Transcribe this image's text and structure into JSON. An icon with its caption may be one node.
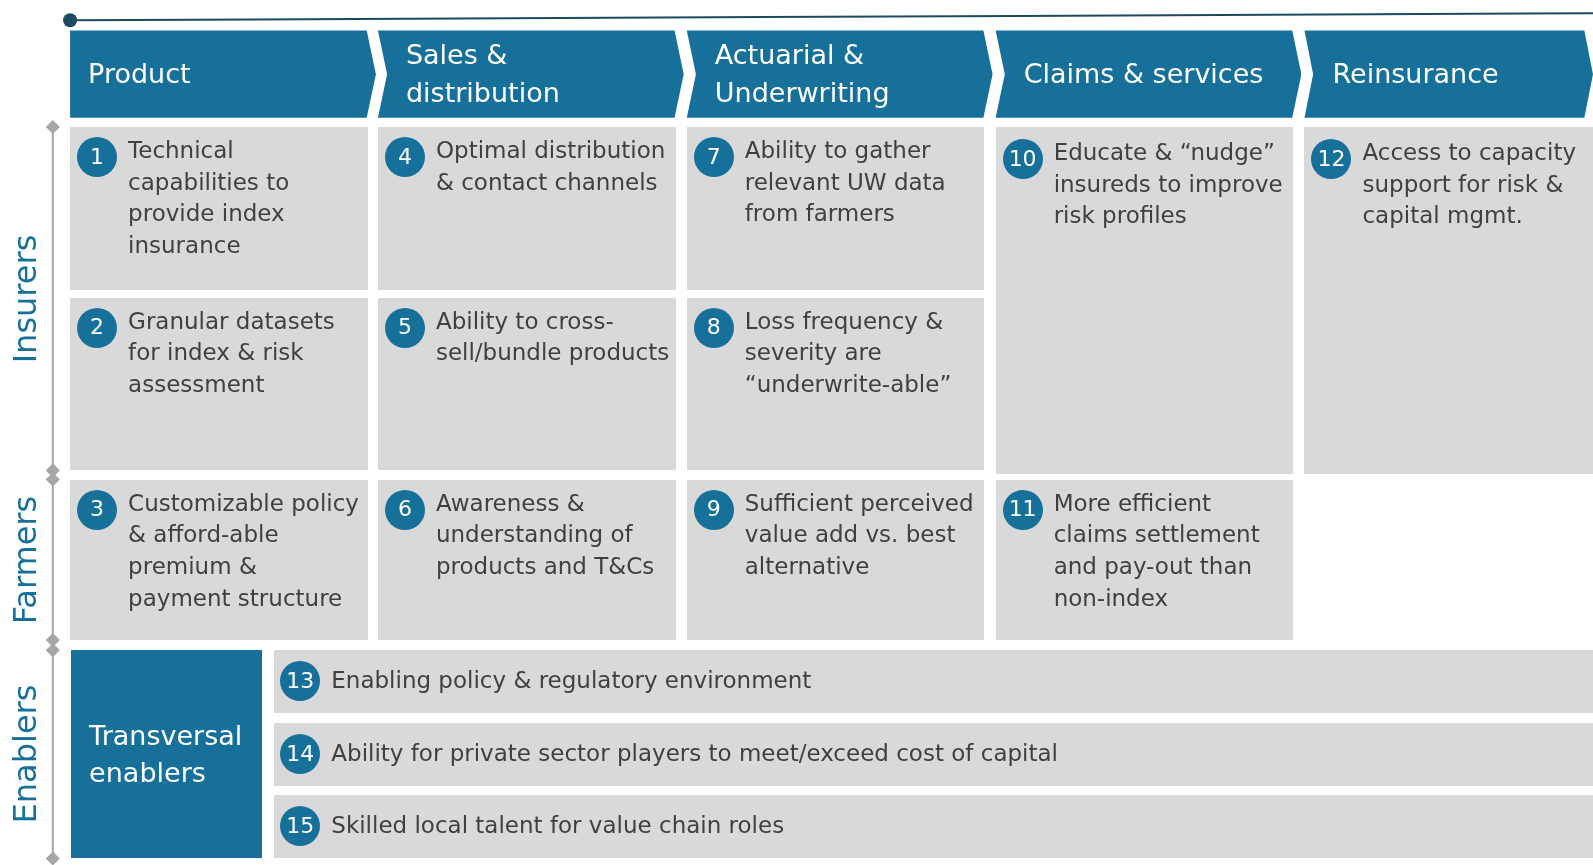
{
  "diagram": {
    "nodes": [
      {
        "text": [
          "Product"
        ]
      },
      {
        "text": [
          "Sales & distribution"
        ]
      },
      {
        "text": [
          "Actuarial & Underwriting"
        ]
      },
      {
        "text": [
          "Claims & services"
        ]
      },
      {
        "text": [
          "Reinsurance"
        ]
      },
      {
        "text": [
          "1",
          "Technical capabilities to provide index insurance"
        ]
      },
      {
        "text": [
          "2",
          "Granular datasets for index & risk assessment"
        ]
      },
      {
        "text": [
          "3",
          "Customizable policy & afford-able premium & payment structure"
        ]
      },
      {
        "text": [
          "4",
          "Optimal distribution & contact channels"
        ]
      },
      {
        "text": [
          "5",
          "Ability to cross-sell/bundle products"
        ]
      },
      {
        "text": [
          "6",
          "Awareness & understanding of products and T&Cs"
        ]
      },
      {
        "text": [
          "7",
          "Ability to gather relevant UW data from farmers"
        ]
      },
      {
        "text": [
          "8",
          "Loss frequency & severity are “underwrite-able”"
        ]
      },
      {
        "text": [
          "9",
          "Sufficient perceived value add vs. best alternative"
        ]
      },
      {
        "text": [
          "10",
          "Educate & “nudge” insureds to improve risk profiles"
        ]
      },
      {
        "text": [
          "11",
          "More efficient claims settlement and pay-out than non-index"
        ]
      },
      {
        "text": [
          "12",
          "Access to capacity support for risk & capital mgmt."
        ]
      },
      {
        "text": [
          "Transversal enablers"
        ]
      },
      {
        "text": [
          "13",
          "Enabling policy & regulatory environment"
        ]
      },
      {
        "text": [
          "14",
          "Ability for private sector players to meet/exceed cost of capital"
        ]
      },
      {
        "text": [
          "15",
          "Skilled local talent for value chain roles"
        ]
      }
    ],
    "labels": [
      "Insurers",
      "Farmers",
      "Enablers"
    ]
  }
}
